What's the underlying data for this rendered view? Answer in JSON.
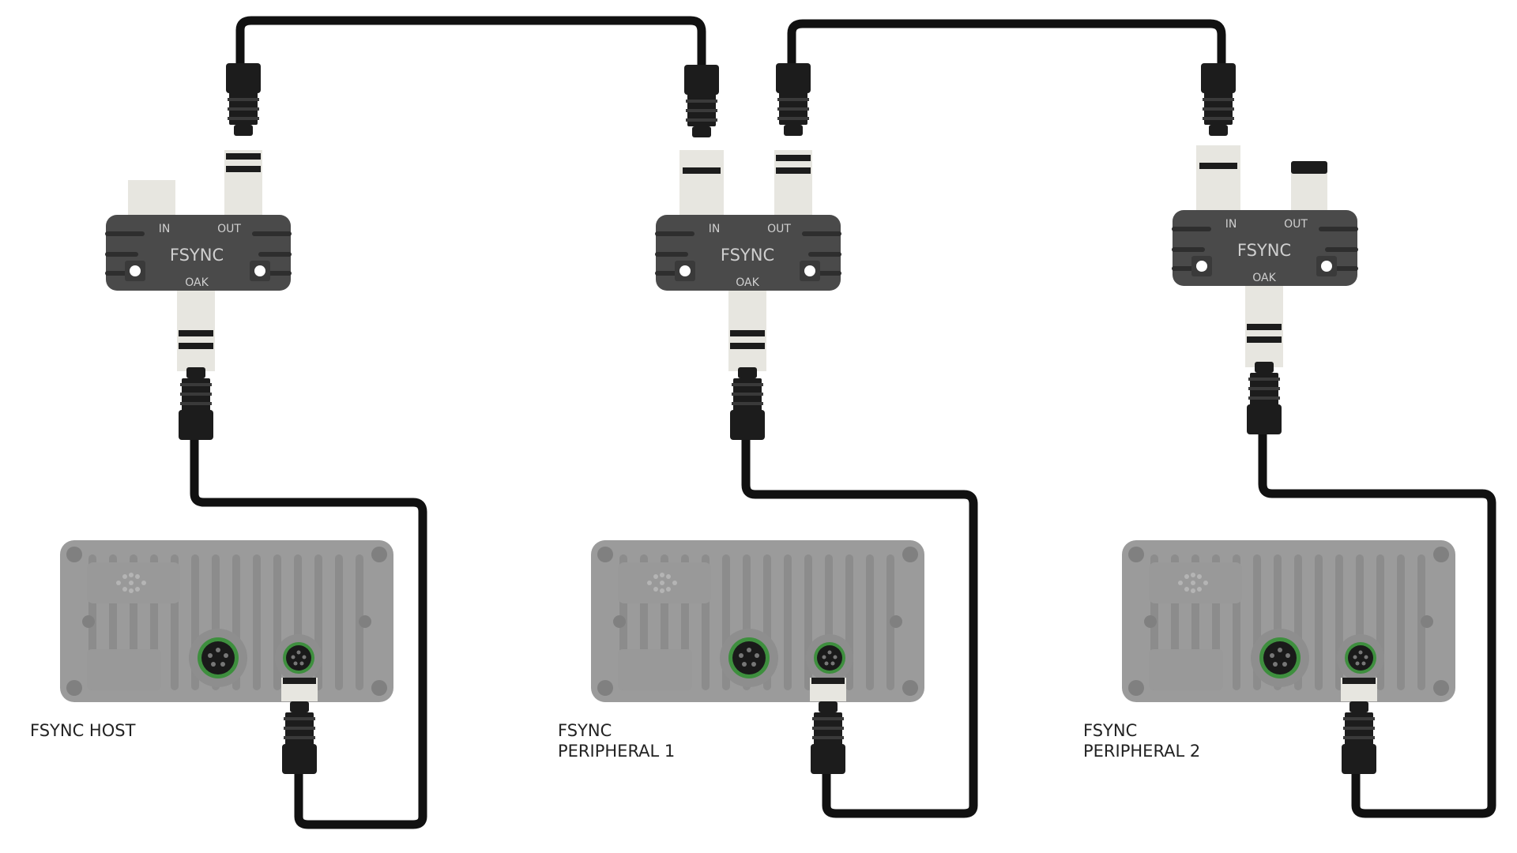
{
  "colors": {
    "cable": "#111111",
    "hub_body": "#4a4a4a",
    "hub_text": "#d2d2d2",
    "adapter": "#e7e6e0",
    "camera_body": "#9b9b9b",
    "camera_detail": "#8a8a8a",
    "port_ring": "#3e8f3e"
  },
  "hubs": [
    {
      "in_label": "IN",
      "out_label": "OUT",
      "title": "FSYNC",
      "oak_label": "OAK"
    },
    {
      "in_label": "IN",
      "out_label": "OUT",
      "title": "FSYNC",
      "oak_label": "OAK"
    },
    {
      "in_label": "IN",
      "out_label": "OUT",
      "title": "FSYNC",
      "oak_label": "OAK"
    }
  ],
  "cameras": [
    {
      "label_lines": [
        "FSYNC HOST"
      ]
    },
    {
      "label_lines": [
        "FSYNC",
        "PERIPHERAL 1"
      ]
    },
    {
      "label_lines": [
        "FSYNC",
        "PERIPHERAL 2"
      ]
    }
  ],
  "icons": {
    "hub": "fsync-hub-icon",
    "camera": "oak-camera-icon",
    "connector": "m8-connector-icon"
  }
}
